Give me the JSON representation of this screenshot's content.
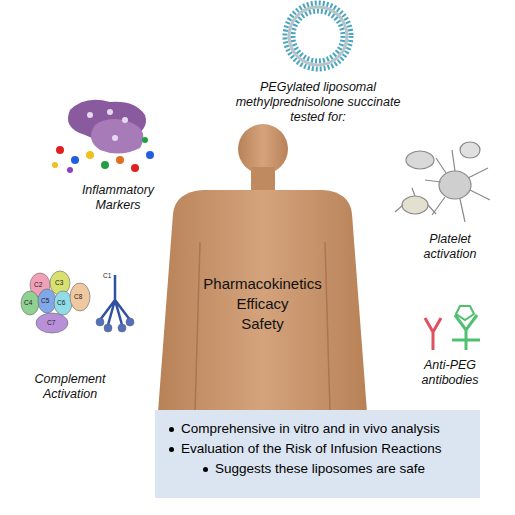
{
  "diagram": {
    "nodes": [
      {
        "text": [
          "Pharmacokinetics",
          "Efficacy",
          "Safety"
        ]
      },
      {
        "text": [
          "Comprehensive in vitro and in vivo analysis",
          "Evaluation of the Risk of Infusion Reactions",
          "Suggests these liposomes are safe"
        ]
      }
    ],
    "labels": [
      "PEGylated liposomal methylprednisolone succinate tested for:",
      "Inflammatory Markers",
      "Platelet activation",
      "Complement Activation",
      "Anti-PEG antibodies",
      "C2",
      "C3",
      "C4",
      "C5",
      "C6",
      "C8",
      "C7",
      "C1"
    ]
  }
}
